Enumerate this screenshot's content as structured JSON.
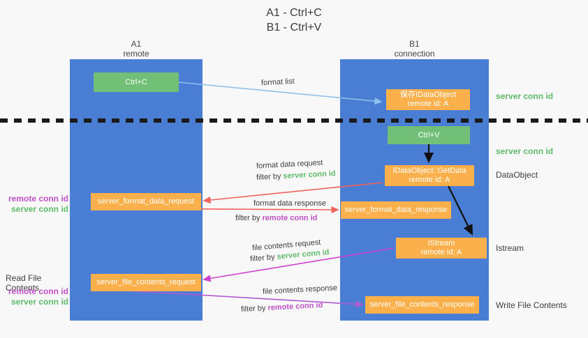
{
  "title": "A1 - Ctrl+C\nB1 - Ctrl+V",
  "columns": {
    "left": "A1\nremote",
    "right": "B1\nconnection"
  },
  "boxes": {
    "ctrl_c": "Ctrl+C",
    "save_idataobject": "保存IDataObject\nremote id: A",
    "ctrl_v": "Ctrl+V",
    "getdata": "IDataObject::GetData\nremote id: A",
    "server_format_data_request": "server_format_data_request",
    "server_format_data_response": "server_format_data_response",
    "istream": "IStream\nremote id: A",
    "server_file_contents_request": "server_file_contents_request",
    "server_file_contents_response": "server_file_contents_response"
  },
  "right_labels": {
    "server_conn_id_top": "server conn id",
    "server_conn_id_mid": "server conn id",
    "dataobject": "DataObject",
    "istream": "Istream",
    "write_file_contents": "Write File Contents"
  },
  "left_labels": {
    "remote_conn_id_1": "remote conn id",
    "server_conn_id_1": "server conn id",
    "read_file_contents": "Read File Contents",
    "remote_conn_id_2": "remote conn id",
    "server_conn_id_2": "server conn id"
  },
  "arrow_labels": {
    "format_list": "format list",
    "format_data_request": "format data request",
    "format_data_request_filter_prefix": "filter by ",
    "format_data_request_filter_value": "server conn id",
    "format_data_response": "format data response",
    "format_data_response_filter_prefix": "filter by ",
    "format_data_response_filter_value": "remote conn id",
    "file_contents_request": "file contents request",
    "file_contents_request_filter_prefix": "filter by ",
    "file_contents_request_filter_value": "server conn id",
    "file_contents_response": "file contents response",
    "file_contents_response_filter_prefix": "filter by ",
    "file_contents_response_filter_value": "remote conn id"
  },
  "colors": {
    "lane": "#4a7ed4",
    "green_box": "#72c078",
    "orange_box": "#fbb04b",
    "green_text": "#5fba6a",
    "magenta_text": "#c050c8",
    "arrow_light_blue": "#8ec0ea",
    "arrow_red": "#f0635a",
    "arrow_magenta": "#d13fd1",
    "arrow_purple": "#b05ad0",
    "arrow_black": "#111111",
    "divider": "#1a1a1a"
  }
}
